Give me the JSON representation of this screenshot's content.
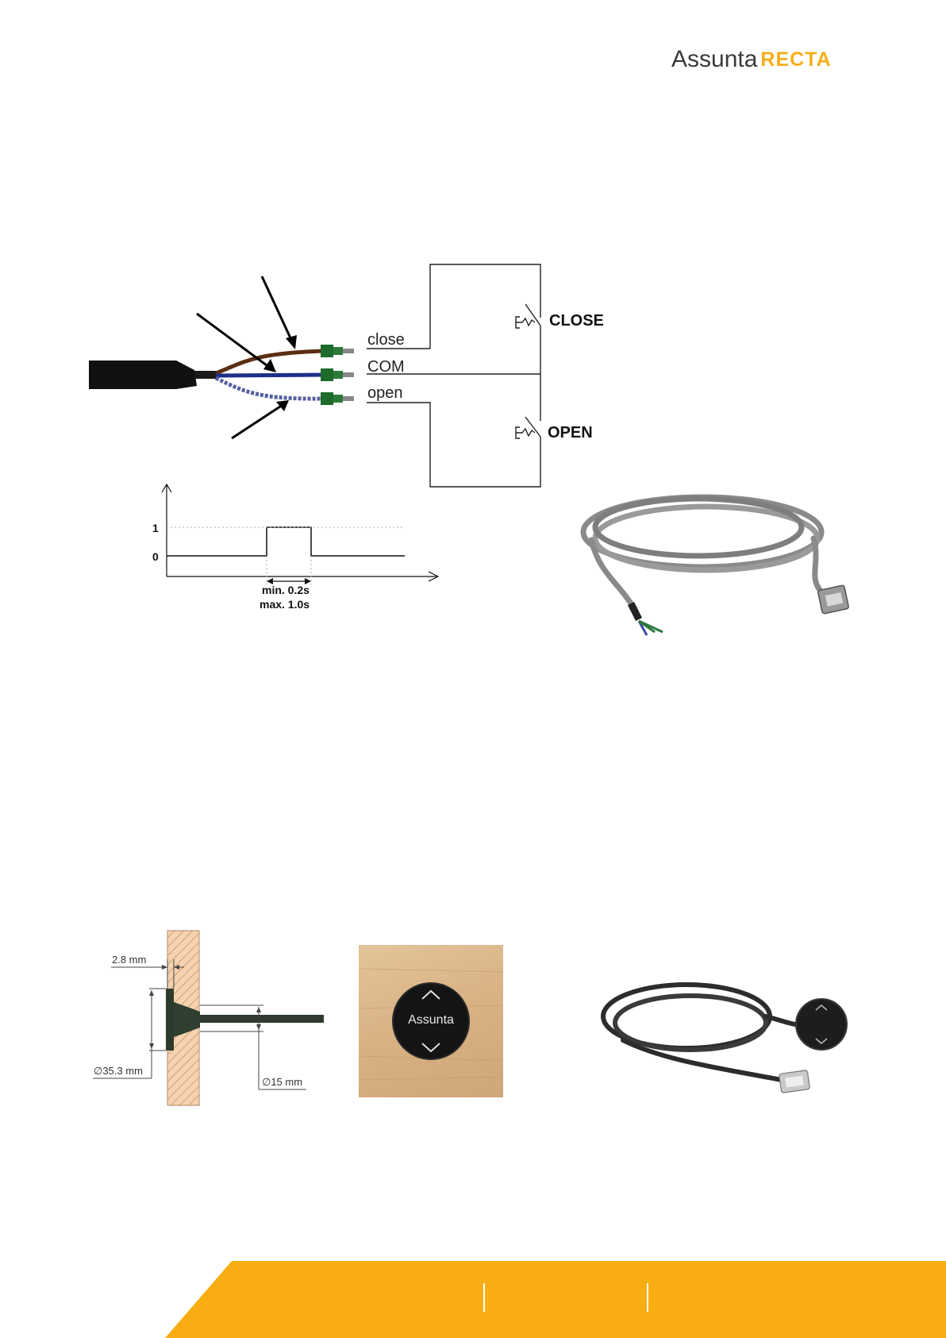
{
  "logo": {
    "brand": "Assunta",
    "product": "RECTA",
    "brand_color": "#f5ae17"
  },
  "wiring": {
    "labels": {
      "close": "close",
      "com": "COM",
      "open": "open"
    },
    "switches": {
      "close": "CLOSE",
      "open": "OPEN"
    },
    "wire_colors": {
      "close": "#5a2e12",
      "com": "#1d2f88",
      "open": "#4f5a97"
    }
  },
  "pulse": {
    "level_high": "1",
    "level_low": "0",
    "min": "min. 0.2s",
    "max": "max. 1.0s"
  },
  "dimensions": {
    "thickness": "2.8 mm",
    "diameter_button": "∅35.3 mm",
    "diameter_hole": "∅15 mm"
  },
  "button_face": {
    "brand": "Assunta"
  },
  "footer": {
    "color": "#f8ad13"
  }
}
